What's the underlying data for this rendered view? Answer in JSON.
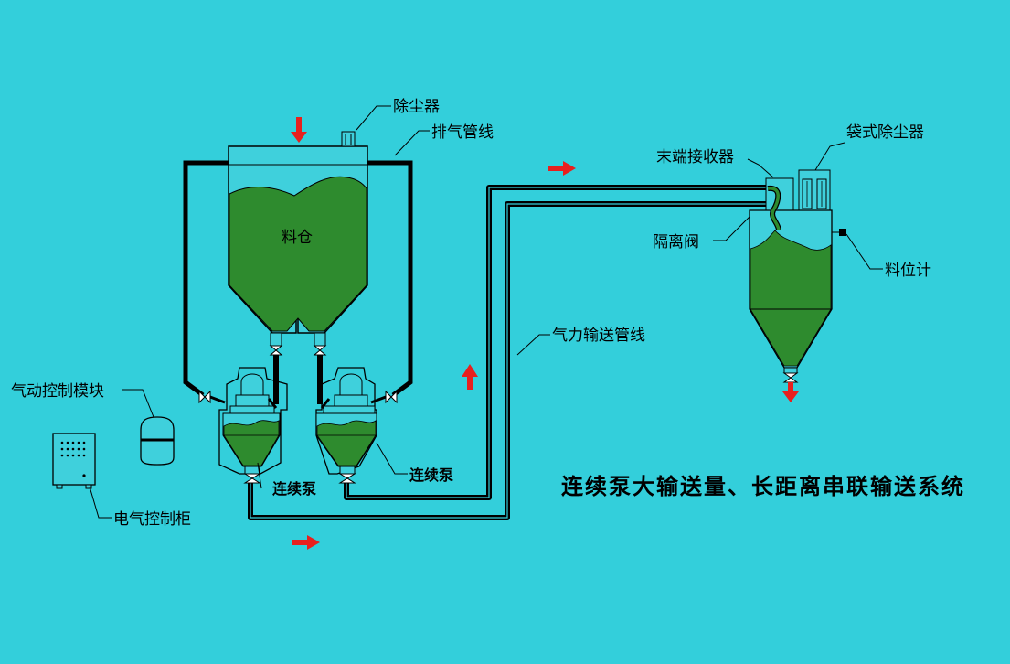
{
  "title": "连续泵大输送量、长距离串联输送系统",
  "labels": {
    "dust_collector": "除尘器",
    "exhaust_line": "排气管线",
    "bag_dust_collector": "袋式除尘器",
    "end_receiver": "末端接收器",
    "silo": "料仓",
    "isolation_valve": "隔离阀",
    "level_gauge": "料位计",
    "pneumatic_line": "气力输送管线",
    "pneumatic_module": "气动控制模块",
    "electric_cabinet": "电气控制柜",
    "pump_left": "连续泵",
    "pump_right": "连续泵"
  },
  "colors": {
    "background": "#33cfdb",
    "material": "#2e8b2e",
    "vessel": "#3fd0dc",
    "pipe": "#000000",
    "arrow": "#e8201e"
  }
}
